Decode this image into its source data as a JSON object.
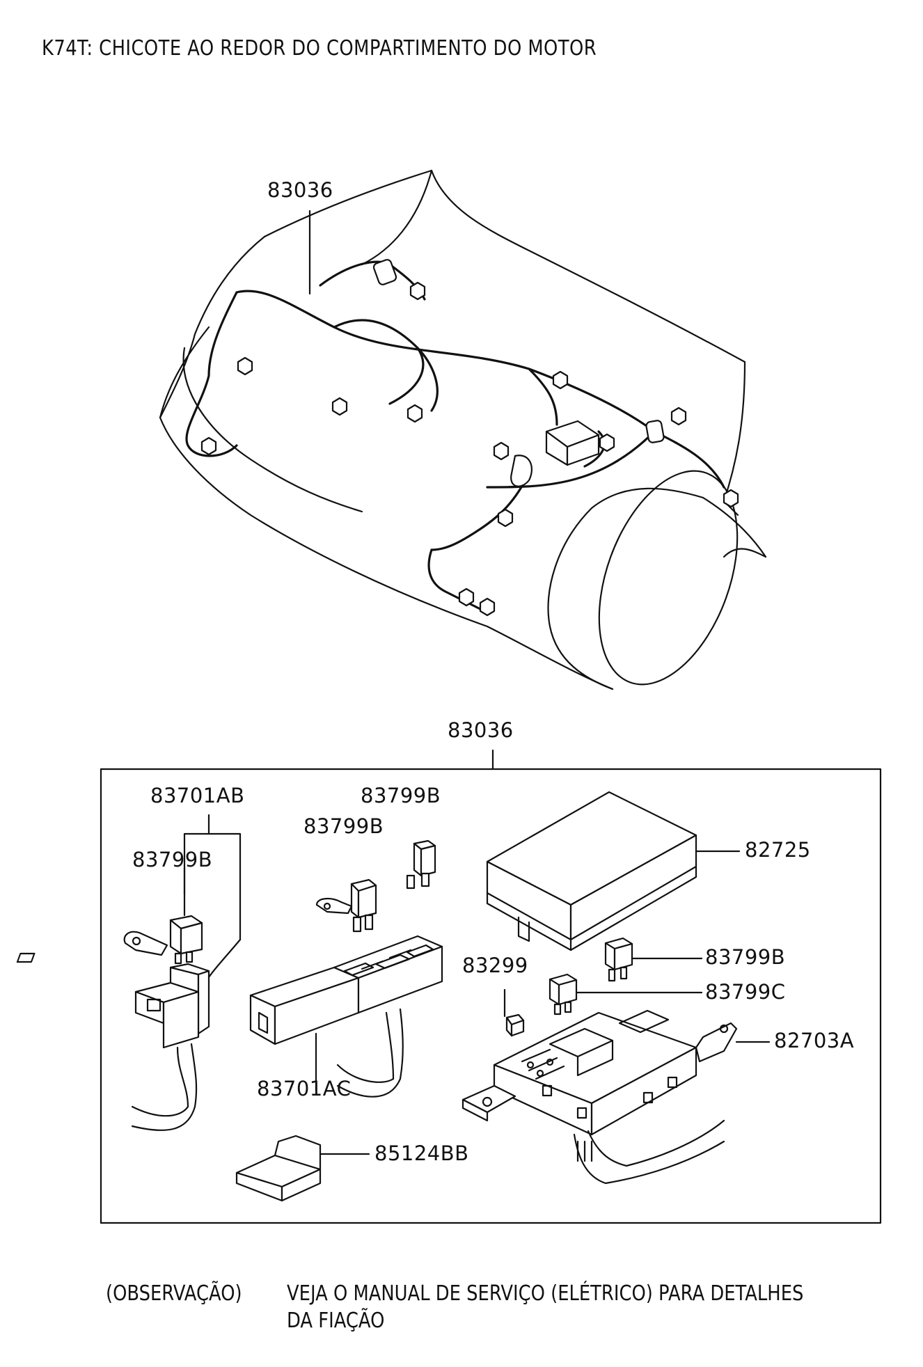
{
  "title": "K74T: CHICOTE AO REDOR DO COMPARTIMENTO DO MOTOR",
  "labels": {
    "harness_top": "83036",
    "harness_box": "83036",
    "relay_set_ab": "83701AB",
    "relay_b_left": "83799B",
    "relay_b_mid": "83799B",
    "relay_b_top": "83799B",
    "relay_block_ac": "83701AC",
    "connector": "85124BB",
    "fuse_box_cover": "82725",
    "fuse": "83299",
    "relay_b_right": "83799B",
    "relay_c_right": "83799C",
    "fuse_box_body": "82703A"
  },
  "note": {
    "prefix": "(OBSERVAÇÃO)",
    "line1": "VEJA O MANUAL DE SERVIÇO (ELÉTRICO) PARA DETALHES",
    "line2": "DA FIAÇÃO"
  }
}
